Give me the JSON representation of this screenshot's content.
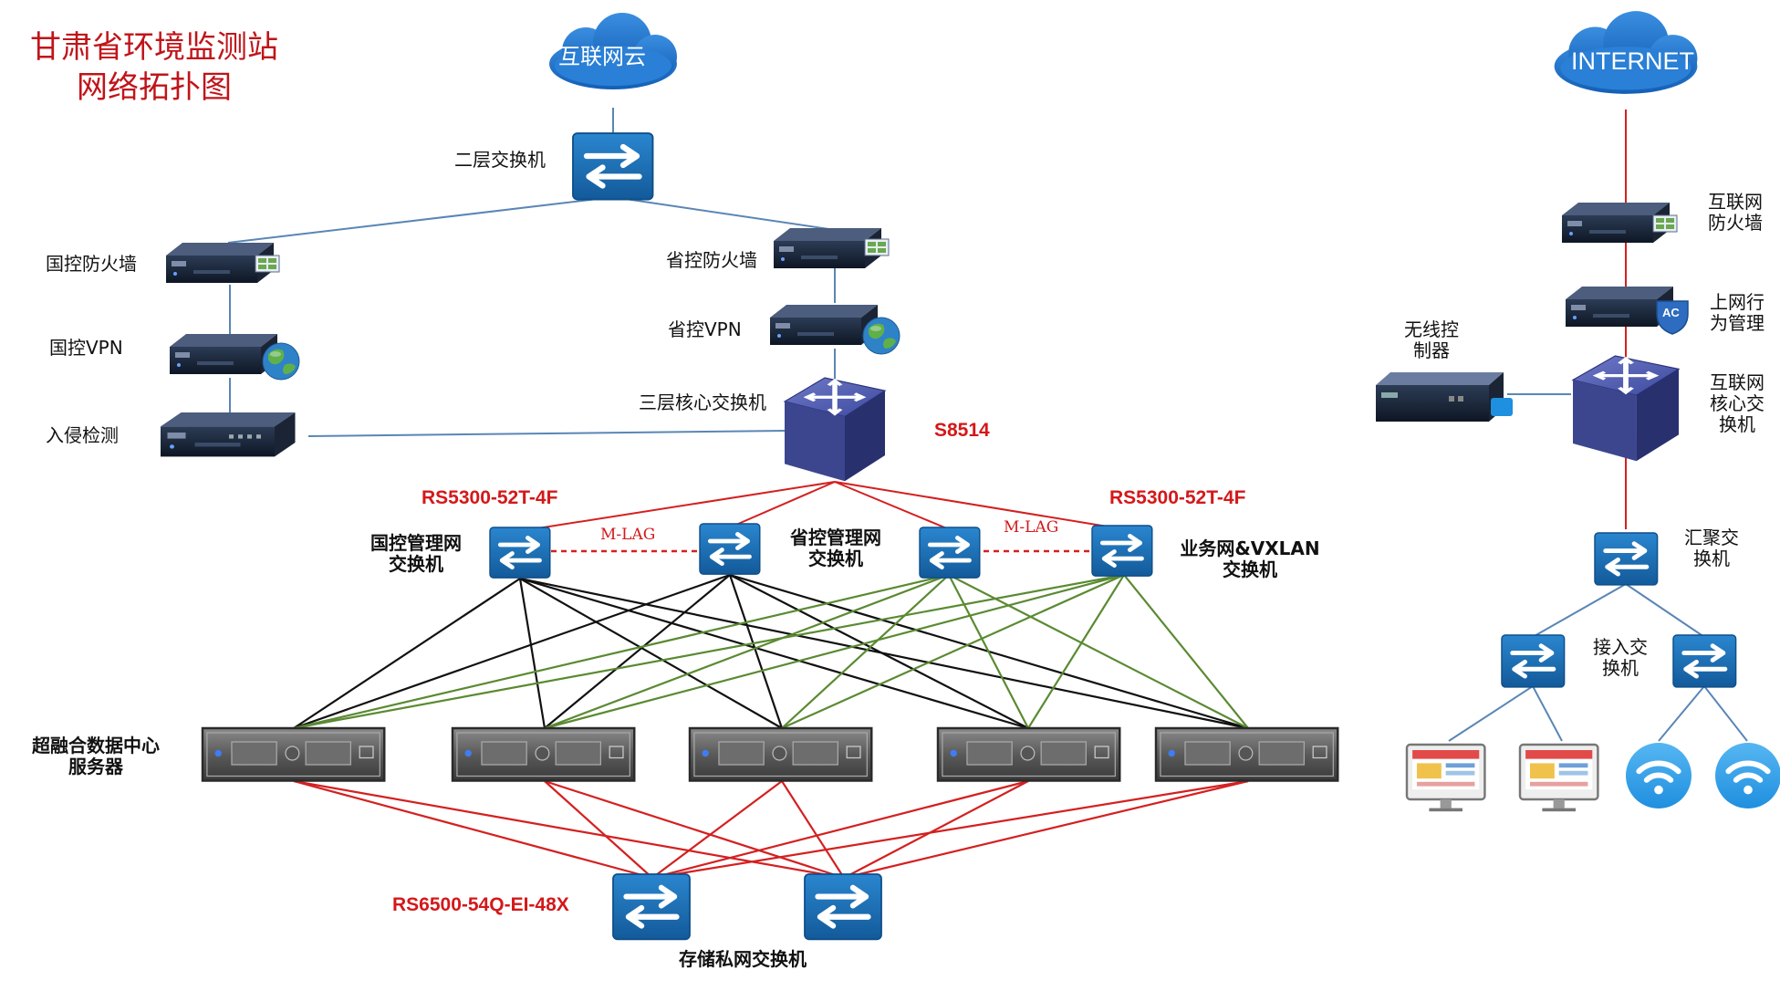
{
  "title": {
    "line1": "甘肃省环境监测站",
    "line2": "网络拓扑图"
  },
  "clouds": {
    "internal": "互联网云",
    "internet": "INTERNET"
  },
  "left": {
    "l2_switch": "二层交换机",
    "national_firewall": "国控防火墙",
    "provincial_firewall": "省控防火墙",
    "national_vpn": "国控VPN",
    "provincial_vpn": "省控VPN",
    "ids": "入侵检测",
    "core_switch": "三层核心交换机",
    "core_model": "S8514",
    "rs5300_left": "RS5300-52T-4F",
    "rs5300_right": "RS5300-52T-4F",
    "mlag1": "M-LAG",
    "mlag2": "M-LAG",
    "national_mgmt_line1": "国控管理网",
    "national_mgmt_line2": "交换机",
    "provincial_mgmt_line1": "省控管理网",
    "provincial_mgmt_line2": "交换机",
    "business_line1": "业务网&VXLAN",
    "business_line2": "交换机",
    "server_line1": "超融合数据中心",
    "server_line2": "服务器",
    "storage_model": "RS6500-54Q-EI-48X",
    "storage_switch": "存储私网交换机"
  },
  "right": {
    "internet_firewall_line1": "互联网",
    "internet_firewall_line2": "防火墙",
    "behavior_line1": "上网行",
    "behavior_line2": "为管理",
    "ac_badge": "AC",
    "wireless_line1": "无线控",
    "wireless_line2": "制器",
    "core_line1": "互联网",
    "core_line2": "核心交",
    "core_line3": "换机",
    "agg_line1": "汇聚交",
    "agg_line2": "换机",
    "access_line1": "接入交",
    "access_line2": "换机"
  },
  "colors": {
    "title_red": "#c0141a",
    "label_red": "#d4181a",
    "switch_blue": "#1c6eb4",
    "link_blue": "#5a86b5",
    "link_red": "#d42020",
    "link_black": "#111111",
    "link_green": "#5a8a32",
    "cloud_blue": "#1b6fc8"
  },
  "icons": [
    "cloud-icon",
    "switch-icon",
    "firewall-icon",
    "vpn-globe-icon",
    "ids-appliance-icon",
    "core-router-icon",
    "server-icon",
    "monitor-icon",
    "wifi-icon",
    "ac-shield-icon"
  ]
}
